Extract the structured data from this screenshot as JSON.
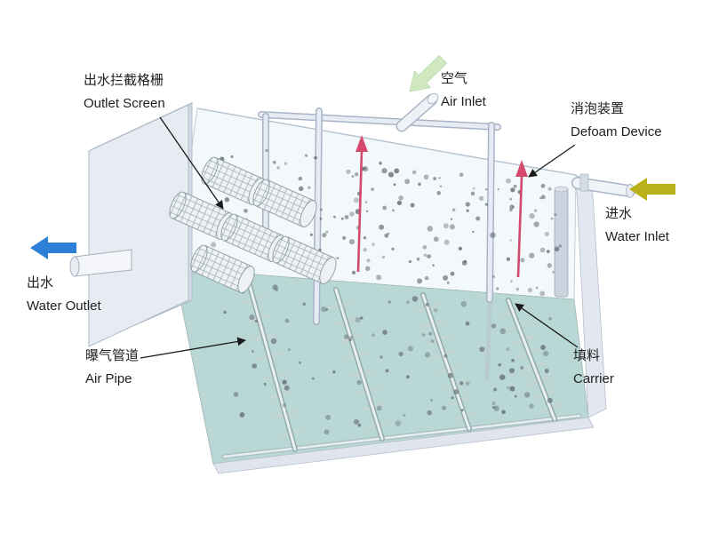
{
  "labels": {
    "outlet_screen": {
      "zh": "出水拦截格栅",
      "en": "Outlet Screen"
    },
    "air_inlet": {
      "zh": "空气",
      "en": "Air Inlet"
    },
    "defoam_device": {
      "zh": "消泡装置",
      "en": "Defoam Device"
    },
    "water_inlet": {
      "zh": "进水",
      "en": "Water Inlet"
    },
    "water_outlet": {
      "zh": "出水",
      "en": "Water Outlet"
    },
    "air_pipe": {
      "zh": "曝气管道",
      "en": "Air Pipe"
    },
    "carrier": {
      "zh": "填料",
      "en": "Carrier"
    }
  },
  "colors": {
    "background": "#ffffff",
    "annotation_text": "#1f1f1f",
    "leader_arrow": "#1a1a1a",
    "water_outlet_arrow": "#2d7fd8",
    "water_inlet_arrow": "#b9b01a",
    "air_inlet_arrow": "#cfe8c0",
    "defoam_pipe": "#d34a6e",
    "tank_wall": "#e7ebf2",
    "water_surface": "#f3f9fb",
    "tank_floor": "#b9d7d4",
    "carrier_dot": "#6b757c",
    "screen_mesh": "#9fb0b8"
  }
}
